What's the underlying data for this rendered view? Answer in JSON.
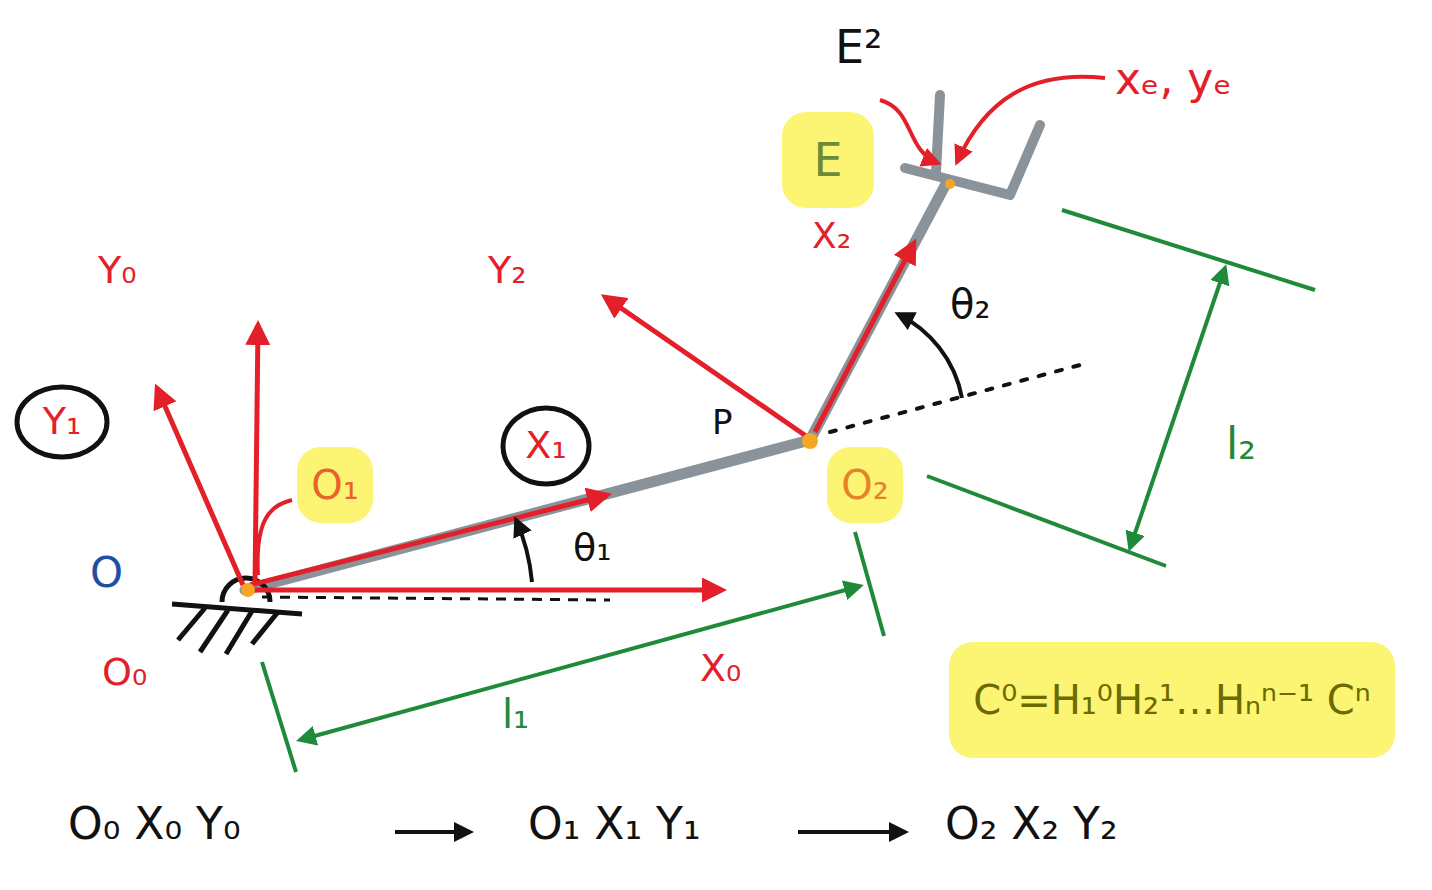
{
  "diagram": {
    "nodes": [
      {
        "text": [
          "E"
        ]
      },
      {
        "text": [
          "Y₁"
        ]
      },
      {
        "text": [
          "X₁"
        ]
      },
      {
        "text": [
          "O₁"
        ]
      },
      {
        "text": [
          "O₂"
        ]
      },
      {
        "text": [
          "C⁰=H₁⁰H₂¹…Hₙⁿ⁻¹ Cⁿ"
        ]
      }
    ],
    "labels": [
      "E²",
      "xₑ, yₑ",
      "Y₀",
      "Y₂",
      "X₂",
      "θ₂",
      "P",
      "θ₁",
      "O",
      "O₀",
      "X₀",
      "l₁",
      "l₂",
      "O₀ X₀ Y₀",
      "O₁ X₁ Y₁",
      "O₂ X₂ Y₂"
    ]
  }
}
